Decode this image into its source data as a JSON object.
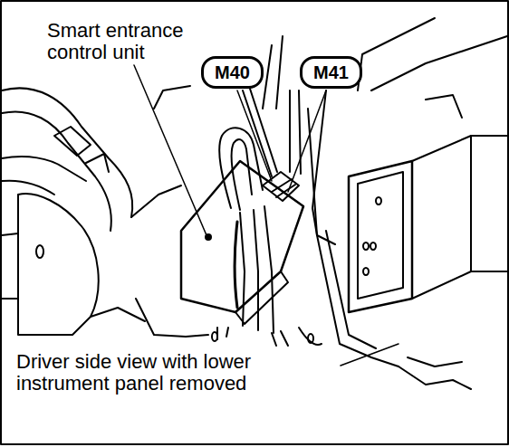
{
  "diagram": {
    "caption": "Driver side view with lower instrument panel removed",
    "nodes": [
      {
        "text": [
          "M40"
        ]
      },
      {
        "text": [
          "M41"
        ]
      }
    ],
    "labels": [
      "Smart entrance control unit"
    ]
  }
}
